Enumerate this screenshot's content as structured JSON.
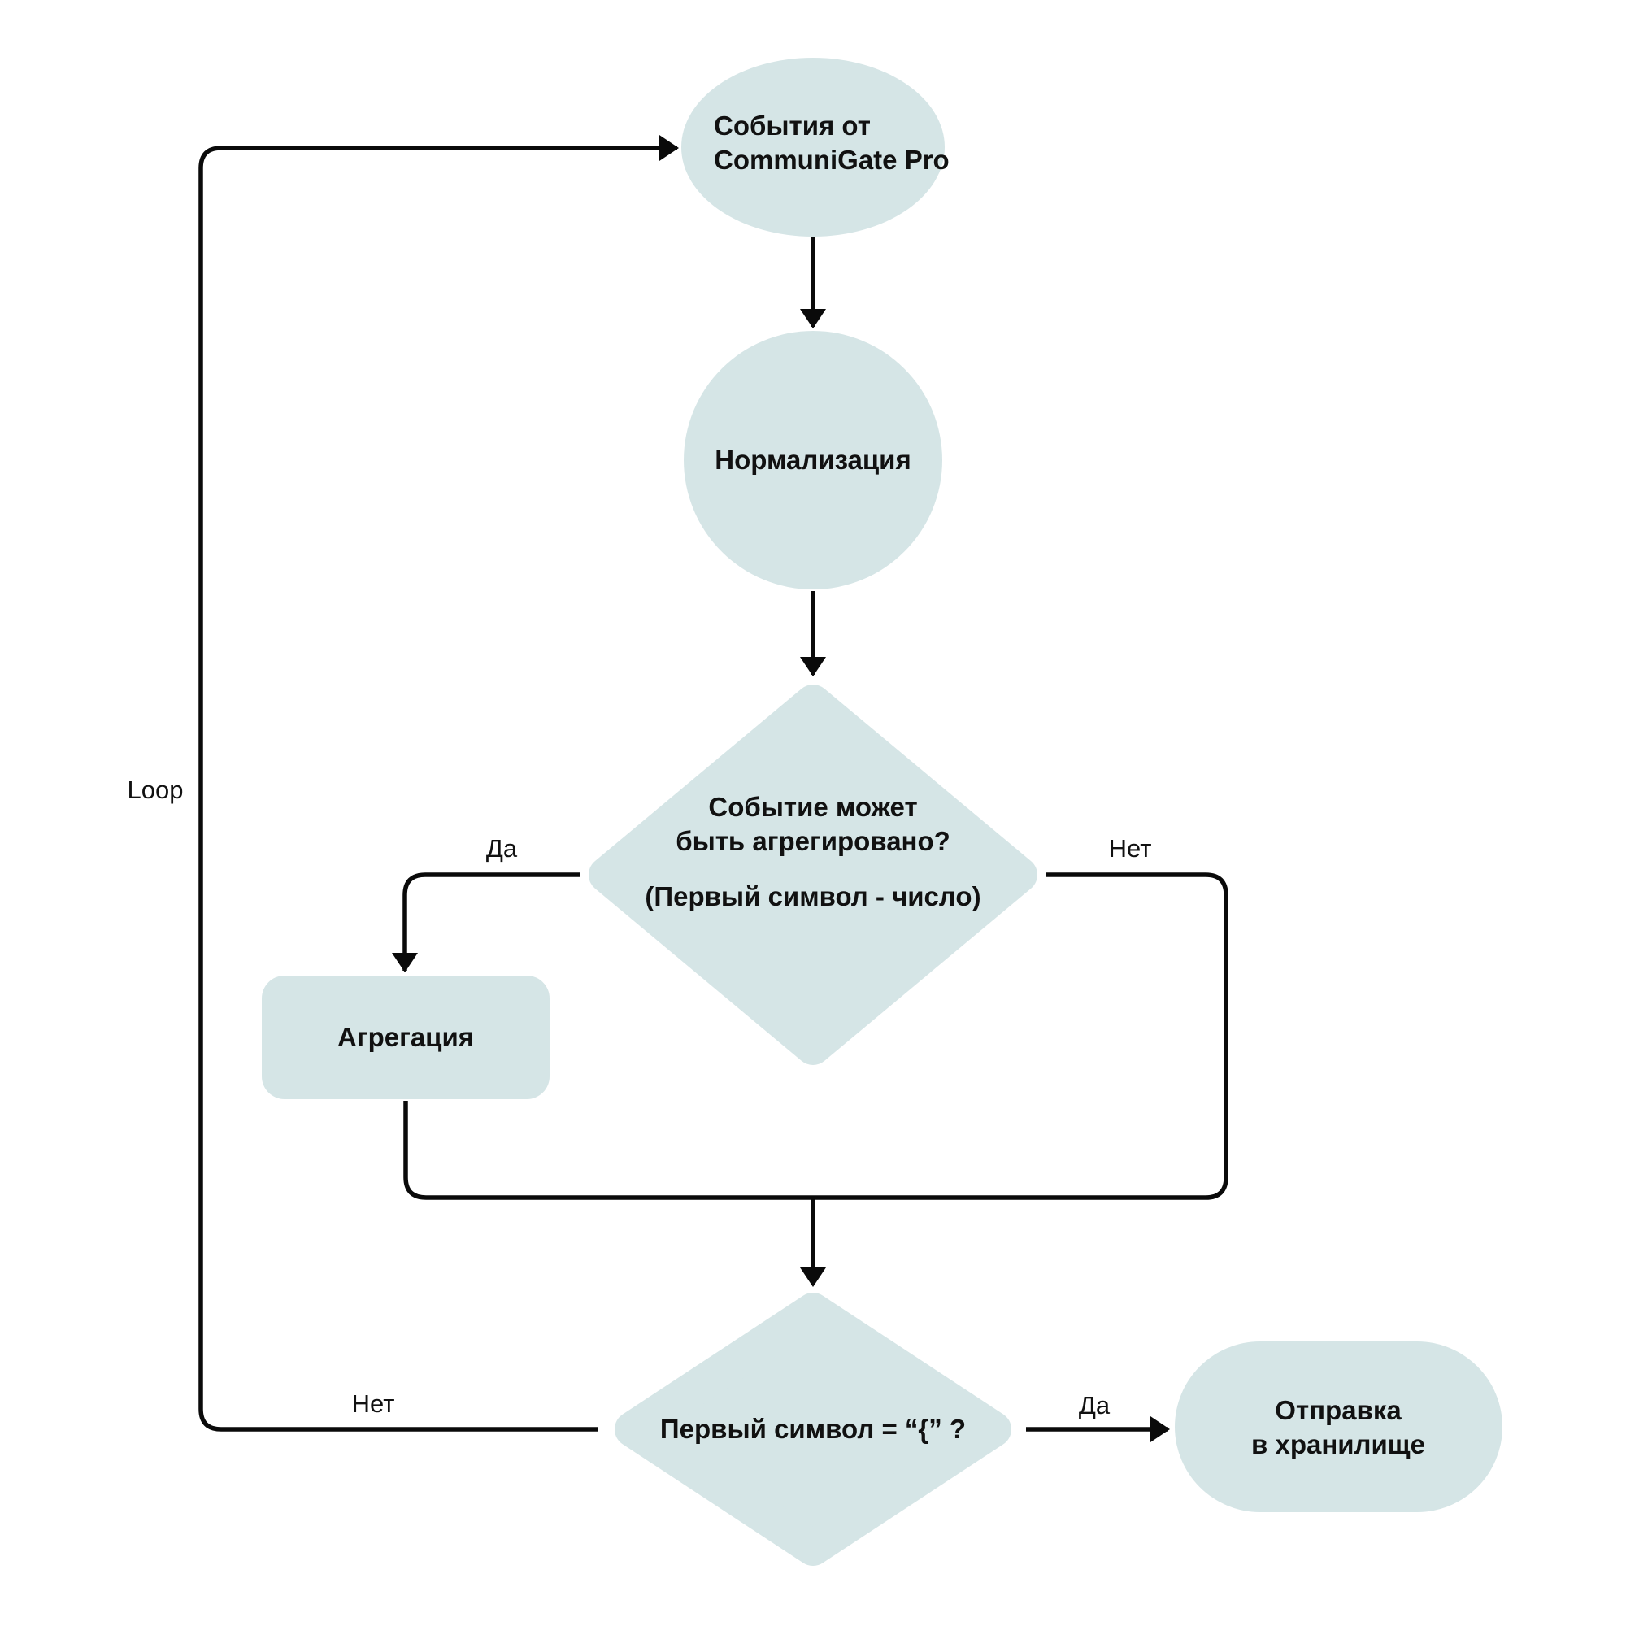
{
  "diagram": {
    "colors": {
      "node_fill": "#d5e5e6",
      "line": "#0a0a0a",
      "text": "#111111",
      "background": "#ffffff"
    },
    "nodes": {
      "start": {
        "shape": "ellipse",
        "lines": [
          "События от",
          "CommuniGate Pro"
        ]
      },
      "normalization": {
        "shape": "circle",
        "label": "Нормализация"
      },
      "aggregate_decision": {
        "shape": "diamond",
        "lines": [
          "Событие может",
          "быть агрегировано?"
        ],
        "sublabel": "(Первый символ - число)"
      },
      "aggregation": {
        "shape": "rounded-rect",
        "label": "Агрегация"
      },
      "first_char_decision": {
        "shape": "diamond",
        "label": "Первый символ = “{” ?"
      },
      "send_to_storage": {
        "shape": "stadium",
        "lines": [
          "Отправка",
          "в хранилище"
        ]
      }
    },
    "edge_labels": {
      "loop": "Loop",
      "aggregate_yes": "Да",
      "aggregate_no": "Нет",
      "first_char_no": "Нет",
      "first_char_yes": "Да"
    }
  }
}
